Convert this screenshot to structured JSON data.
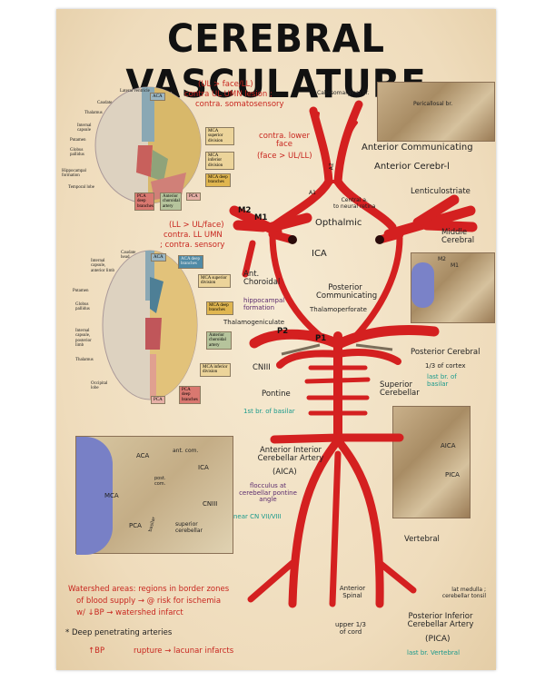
{
  "title": "CEREBRAL VASCULATURE",
  "brain_coronal": {
    "left_labels": [
      "Lateral ventricle",
      "Caudate",
      "Thalamus",
      "Internal capsule",
      "Putamen",
      "Globus pallidus",
      "Hippocampal formation",
      "Temporal lobe"
    ],
    "boxes": [
      "ACA",
      "MCA superior division",
      "MCA inferior division",
      "MCA deep branches",
      "PCA deep branches",
      "Anterior choroidal artery",
      "PCA"
    ],
    "notes": [
      "(UL > face/LL)",
      "contra UL UMN lesion ;",
      "contra. somatosensory",
      "contra. lower face",
      "(face > UL/LL)"
    ]
  },
  "brain_axial": {
    "left_labels": [
      "Caudate head",
      "Internal capsule, anterior limb",
      "Putamen",
      "Globus pallidus",
      "Internal capsule, posterior limb",
      "Thalamus",
      "Occipital lobe"
    ],
    "boxes": [
      "ACA",
      "ACA deep branches",
      "MCA superior division",
      "MCA deep branches",
      "Anterior choroidal artery",
      "MCA inferior division",
      "PCA",
      "PCA deep branches"
    ],
    "notes": [
      "(LL > UL/face)",
      "contra. LL UMN",
      "; contra. sensory"
    ]
  },
  "vessel_labels": {
    "callosomarginal": "Callosomarginal br.",
    "pericallosal": "Pericallosal br.",
    "acom": "Anterior Communicating",
    "aca": "Anterior Cerebr-l",
    "central": "Central a.",
    "central_sub": "to neural retina",
    "ophthalmic": "Opthalmic",
    "lenticulostriate": "Lenticulostriate",
    "mca": "Middle Cerebral",
    "ica": "ICA",
    "m2": "M2",
    "m1": "M1",
    "a1": "A1",
    "a2": "A2",
    "p1": "P1",
    "p2": "P2",
    "antchor": "Ant. Choroidal",
    "hippo": "hippocampal formation",
    "pcom": "Posterior Communicating",
    "thalamoperf": "Thalamoperforate",
    "thalamogen": "Thalamogeniculate",
    "cn3": "CNIII",
    "pca": "Posterior Cerebral",
    "pca_note": "1/3 of cortex",
    "pca_note2": "last br. of basilar",
    "sca": "Superior Cerebellar",
    "pontine": "Pontine",
    "first_br": "1st br. of basilar",
    "aica": "Anterior Interior Cerebellar Artery",
    "aica_abbr": "(AICA)",
    "aica_note": "flocculus at cerebellar pontine angle",
    "aica_note2": "near CN VII/VIII",
    "vertebral": "Vertebral",
    "ant_spinal": "Anterior Spinal",
    "ant_spinal_note": "upper 1/3 of cord",
    "pica": "Posterior Inferior Cerebellar Artery",
    "pica_abbr": "(PICA)",
    "pica_note": "last br. Vertebral",
    "pica_note2": "lat medulla ; cerebellar tonsil"
  },
  "photo_labels": {
    "right_mid": [
      "M2",
      "M1"
    ],
    "right_low": [
      "AICA",
      "PICA"
    ],
    "left_low": [
      "ACA",
      "ant. com.",
      "ICA",
      "post. com.",
      "MCA",
      "CNIII",
      "PCA",
      "basilar",
      "superior cerebellar"
    ]
  },
  "notes": {
    "watershed": [
      "Watershed areas: regions in border zones",
      "of blood supply → @ risk for ischemia",
      "w/ ↓BP → watershed infarct"
    ],
    "deep": [
      "* Deep penetrating arteries",
      "↑BP",
      "rupture → lacunar infarcts"
    ]
  },
  "colors": {
    "artery": "#d42020",
    "note_red": "#c8261f",
    "note_teal": "#1a9a8c",
    "poster_bg": "#f2e2c6"
  }
}
